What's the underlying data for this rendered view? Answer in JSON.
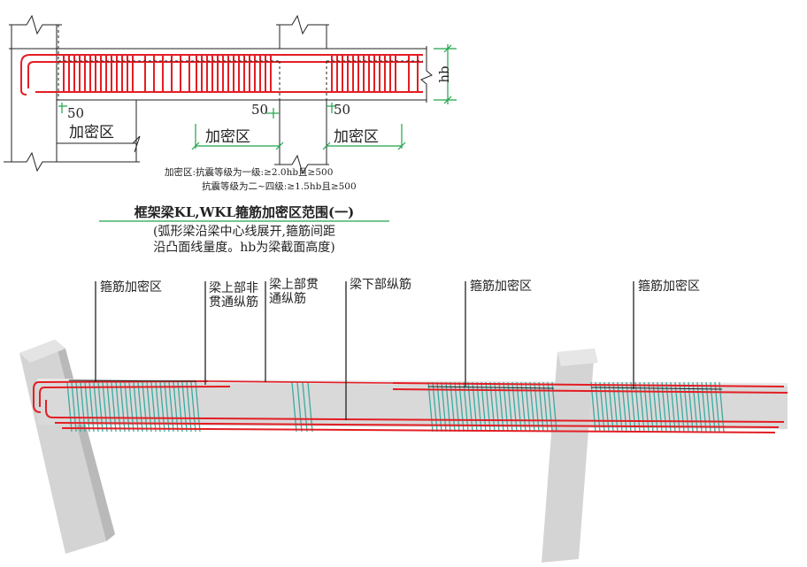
{
  "colors": {
    "rebar": "#e31e24",
    "stirrup_3d": "#3aa99f",
    "dimension": "#1fa34a",
    "concrete": "#d4d4d4",
    "concrete_dark": "#b9b9b9",
    "ink": "#222222"
  },
  "elevation": {
    "dims": {
      "d50_left": "50",
      "d50_mid": "50",
      "d50_right": "50",
      "hb": "hb"
    },
    "zones": {
      "left": "加密区",
      "mid": "加密区",
      "right": "加密区"
    },
    "notes": {
      "line1": "加密区:抗震等级为一级:≥2.0hb且≥500",
      "line2": "抗震等级为二~四级:≥1.5hb且≥500"
    },
    "title": "框架梁KL,WKL箍筋加密区范围(一)",
    "subtitle": {
      "line1": "(弧形梁沿梁中心线展开,箍筋间距",
      "line2": "沿凸面线量度。hb为梁截面高度)"
    }
  },
  "model3d": {
    "callouts": {
      "c1": "箍筋加密区",
      "c2_line1": "梁上部非",
      "c2_line2": "贯通纵筋",
      "c3_line1": "梁上部贯",
      "c3_line2": "通纵筋",
      "c4": "梁下部纵筋",
      "c5": "箍筋加密区",
      "c6": "箍筋加密区"
    }
  }
}
